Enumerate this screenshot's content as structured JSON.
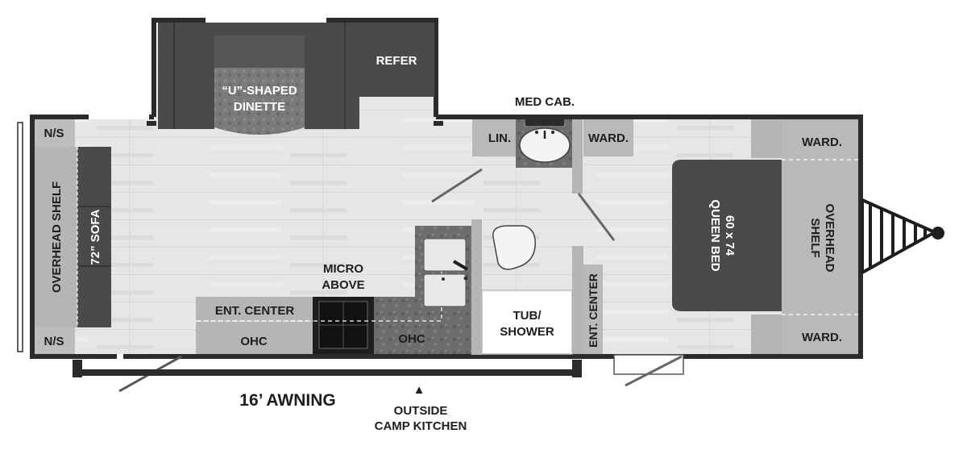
{
  "floorplan": {
    "labels": {
      "dinette": [
        "“U”-SHAPED",
        "DINETTE"
      ],
      "refer": "REFER",
      "med_cab": "MED CAB.",
      "lin": "LIN.",
      "ward_bath": "WARD.",
      "ward_top": "WARD.",
      "ward_bottom": "WARD.",
      "overhead_shelf_front": [
        "OVERHEAD",
        "SHELF"
      ],
      "queen_bed": [
        "60 x 74",
        "QUEEN BED"
      ],
      "ns_top": "N/S",
      "ns_bottom": "N/S",
      "overhead_shelf_rear": "OVERHEAD SHELF",
      "sofa": "72” SOFA",
      "micro": [
        "MICRO",
        "ABOVE"
      ],
      "ent_center": "ENT. CENTER",
      "ohc_left": "OHC",
      "ohc_kitchen": "OHC",
      "tub_shower": [
        "TUB/",
        "SHOWER"
      ],
      "ent_center_bed": "ENT. CENTER",
      "awning": "16’ AWNING",
      "outside_kitchen": [
        "OUTSIDE",
        "CAMP KITCHEN"
      ],
      "outside_marker": "▲"
    },
    "colors": {
      "wall": "#2b2b2d",
      "floor": "#e4e4e4",
      "cabinet_light": "#b9b9b9",
      "cabinet_mid": "#8e8e8e",
      "upholstery": "#4a4a4d",
      "counter": "#6f6f6f"
    }
  }
}
